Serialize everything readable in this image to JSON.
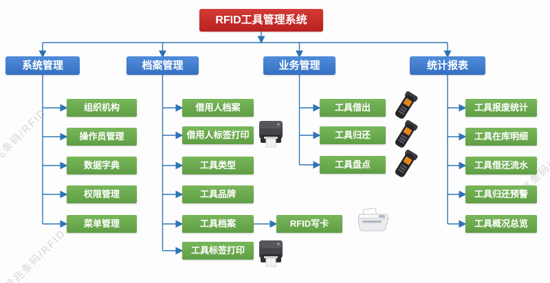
{
  "title": "RFID工具管理系统",
  "watermark": "馨兆条码/RFID",
  "colors": {
    "root": "#c9302c",
    "branch": "#3f7fce",
    "leaf": "#6aa84f",
    "line": "#2e74b5"
  },
  "branches": [
    {
      "label": "系统管理",
      "items": [
        "组织机构",
        "操作员管理",
        "数据字典",
        "权限管理",
        "菜单管理"
      ]
    },
    {
      "label": "档案管理",
      "items": [
        "借用人档案",
        "借用人标签打印",
        "工具类型",
        "工具品牌",
        "工具档案",
        "工具标签打印"
      ]
    },
    {
      "label": "业务管理",
      "items": [
        "工具借出",
        "工具归还",
        "工具盘点"
      ]
    },
    {
      "label": "统计报表",
      "items": [
        "工具报废统计",
        "工具在库明细",
        "工具借还流水",
        "工具归还预警",
        "工具概况总览"
      ]
    }
  ],
  "rfid_card_node": "RFID写卡",
  "icons": {
    "label_printer": "label-printer-icon",
    "handheld_reader": "handheld-reader-icon",
    "card_writer": "card-writer-icon"
  }
}
